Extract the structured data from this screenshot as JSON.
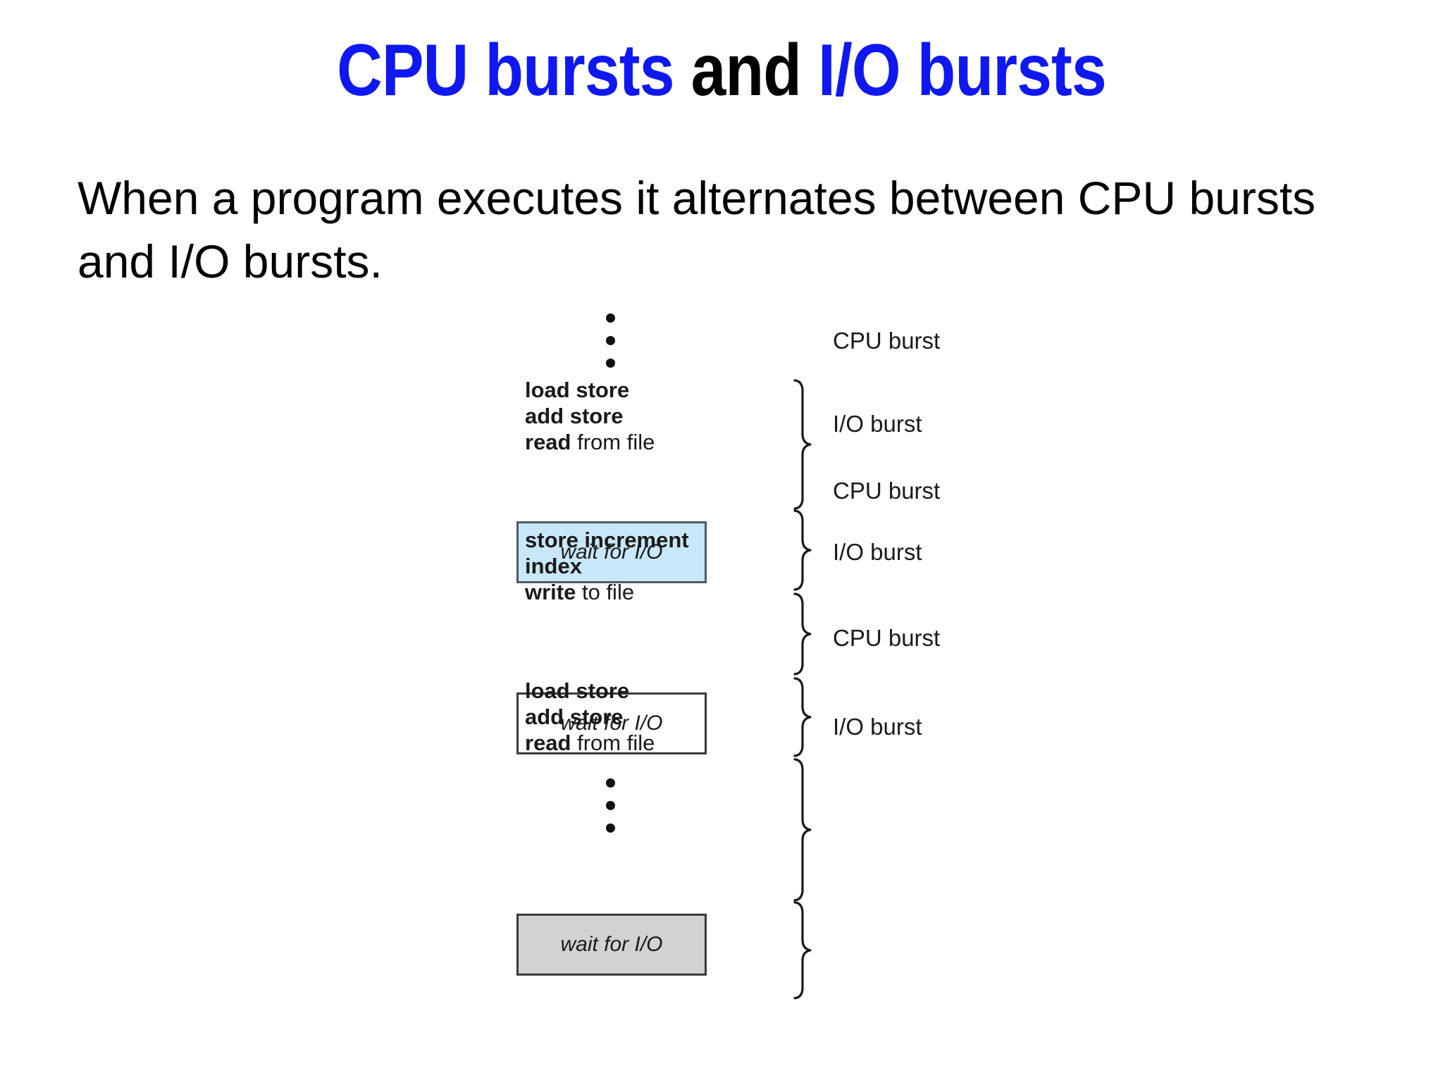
{
  "slide": {
    "title": {
      "segments": [
        {
          "text": "CPU bursts ",
          "color": "#0f18f0"
        },
        {
          "text": "and ",
          "color": "#000000"
        },
        {
          "text": "I/O bursts",
          "color": "#0f18f0"
        }
      ],
      "part1": "CPU bursts ",
      "part2": "and ",
      "part3": "I/O bursts",
      "full": "CPU bursts and I/O bursts"
    },
    "body": "When a program executes it alternates between CPU bursts and I/O bursts."
  },
  "diagram": {
    "dots_top": [
      "dot",
      "dot",
      "dot"
    ],
    "dots_bottom": [
      "dot",
      "dot",
      "dot"
    ],
    "code_blocks": [
      {
        "lines": [
          {
            "bold": "load store",
            "rest": ""
          },
          {
            "bold": "add store",
            "rest": ""
          },
          {
            "bold": "read",
            "rest": " from file"
          }
        ],
        "l1b": "load store",
        "l1r": "",
        "l2b": "add store",
        "l2r": "",
        "l3b": "read",
        "l3r": " from file"
      },
      {
        "lines": [
          {
            "bold": "store increment",
            "rest": ""
          },
          {
            "bold": "index",
            "rest": ""
          },
          {
            "bold": "write",
            "rest": " to file"
          }
        ],
        "l1b": "store increment",
        "l1r": "",
        "l2b": "index",
        "l2r": "",
        "l3b": "write",
        "l3r": " to file"
      },
      {
        "lines": [
          {
            "bold": "load store",
            "rest": ""
          },
          {
            "bold": "add store",
            "rest": ""
          },
          {
            "bold": "read",
            "rest": " from file"
          }
        ],
        "l1b": "load store",
        "l1r": "",
        "l2b": "add store",
        "l2r": "",
        "l3b": "read",
        "l3r": " from file"
      }
    ],
    "wait_boxes": [
      {
        "label": "wait for I/O",
        "fill": "#c8e7f8",
        "border": "#4b5c67"
      },
      {
        "label": "wait for I/O",
        "fill": "#ffffff",
        "border": "#3a3a3a"
      },
      {
        "label": "wait for I/O",
        "fill": "#d2d2d2",
        "border": "#3a3a3a"
      }
    ],
    "burst_labels": [
      "CPU burst",
      "I/O burst",
      "CPU burst",
      "I/O burst",
      "CPU burst",
      "I/O burst"
    ]
  },
  "colors": {
    "title_blue": "#0f18f0",
    "title_black": "#000000",
    "background": "#ffffff",
    "io_box_blue": "#c8e7f8",
    "io_box_gray": "#d2d2d2",
    "io_box_white": "#ffffff",
    "ink": "#1a1a1a"
  }
}
